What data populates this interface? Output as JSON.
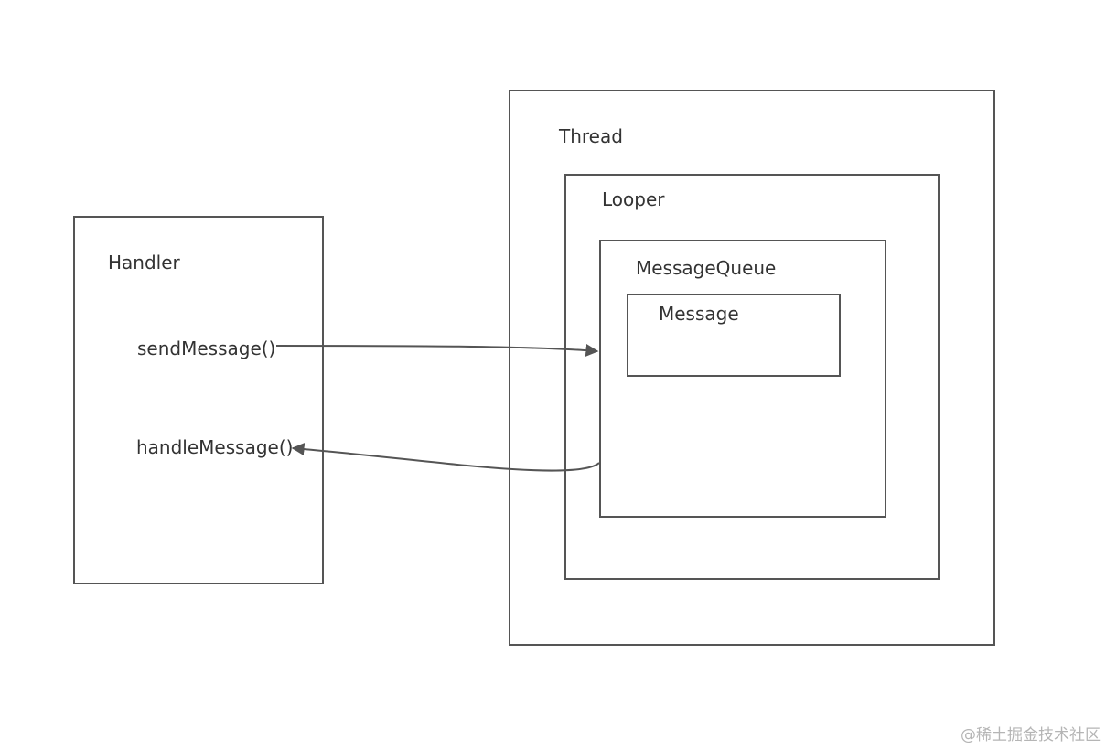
{
  "handler": {
    "title": "Handler",
    "send_method": "sendMessage()",
    "handle_method": "handleMessage()"
  },
  "thread": {
    "title": "Thread",
    "looper": {
      "title": "Looper",
      "message_queue": {
        "title": "MessageQueue",
        "message": {
          "title": "Message"
        }
      }
    }
  },
  "watermark": "@稀土掘金技术社区",
  "colors": {
    "stroke": "#555555",
    "text": "#333333",
    "watermark": "#b5b5b5"
  }
}
